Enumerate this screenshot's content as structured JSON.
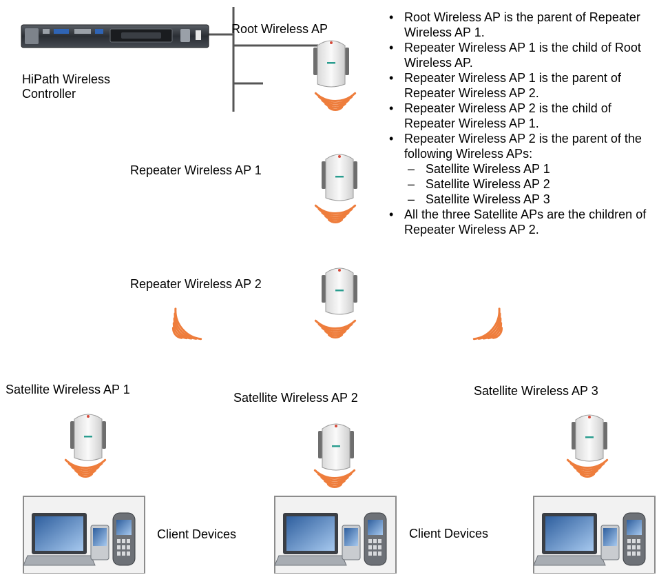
{
  "controller_label": "HiPath Wireless Controller",
  "labels": {
    "root": "Root Wireless AP",
    "repeater1": "Repeater Wireless AP 1",
    "repeater2": "Repeater Wireless AP 2",
    "satellite1": "Satellite Wireless AP 1",
    "satellite2": "Satellite Wireless AP 2",
    "satellite3": "Satellite Wireless AP 3",
    "client_devices": "Client Devices"
  },
  "notes": [
    "Root Wireless AP is the parent of Repeater Wireless AP 1.",
    "Repeater Wireless AP 1 is the child of Root Wireless AP.",
    "Repeater Wireless AP 1 is the parent of Repeater Wireless AP 2.",
    "Repeater Wireless AP 2 is the child of Repeater Wireless AP 1.",
    "Repeater Wireless AP 2 is the parent of the following Wireless APs:"
  ],
  "sub_notes": [
    "Satellite Wireless AP 1",
    "Satellite Wireless AP 2",
    "Satellite Wireless AP 3"
  ],
  "final_note": "All the three Satellite APs are the children of Repeater Wireless AP 2.",
  "colors": {
    "signal": "#ee7d3c",
    "ap_body": "#f1f1f1",
    "ap_antenna": "#6e6e6e",
    "network_line": "#555555",
    "client_box_border": "#8c8c8c",
    "client_box_fill": "#f2f2f2"
  }
}
